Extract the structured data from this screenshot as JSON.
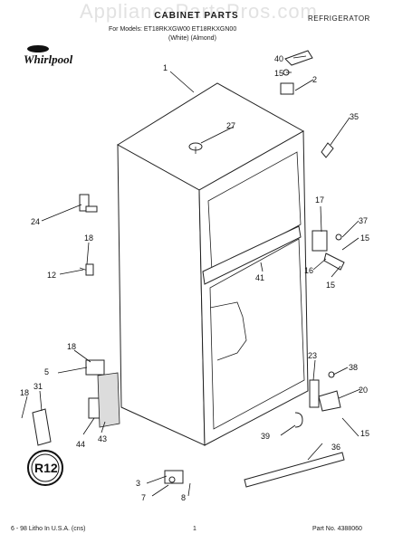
{
  "header": {
    "watermark": "AppliancePartsPros.com",
    "title": "CABINET PARTS",
    "models": "For Models: ET18RKXGW00 ET18RKXGN00",
    "colors": "(White)          (Almond)",
    "category": "REFRIGERATOR",
    "brand": "Whirlpool"
  },
  "callouts": [
    "1",
    "2",
    "3",
    "5",
    "7",
    "8",
    "12",
    "15",
    "15",
    "15",
    "15",
    "16",
    "17",
    "18",
    "18",
    "18",
    "20",
    "23",
    "24",
    "27",
    "31",
    "35",
    "36",
    "37",
    "38",
    "39",
    "40",
    "41",
    "43",
    "44"
  ],
  "badge": "R12",
  "footer": {
    "litho": "6 - 98 Litho In U.S.A. (cns)",
    "page": "1",
    "part_no": "Part No. 4388060"
  }
}
